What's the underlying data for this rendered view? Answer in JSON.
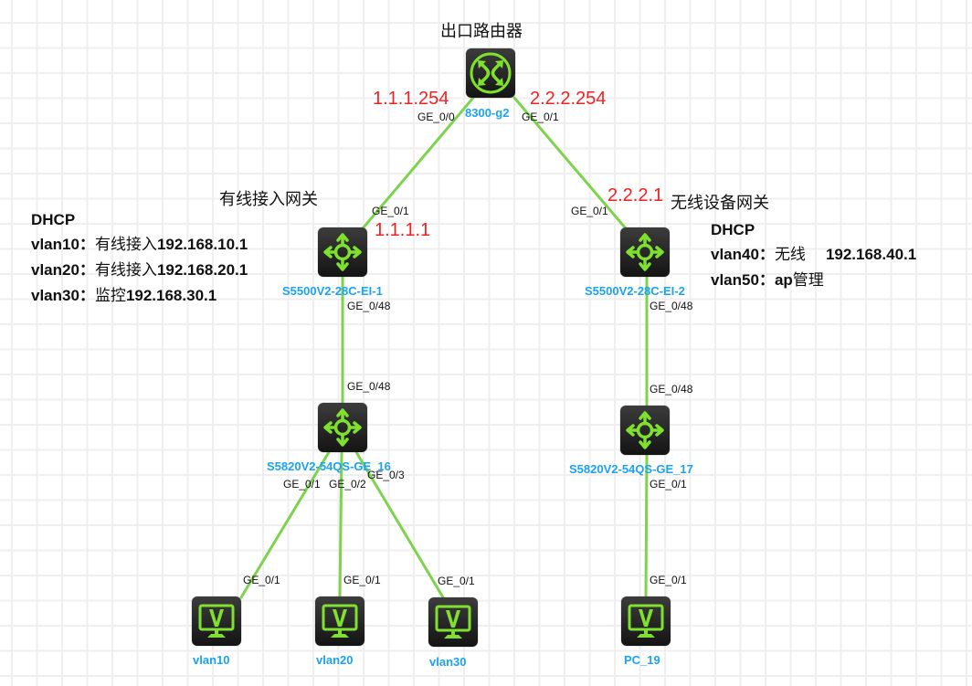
{
  "colors": {
    "link": "#7dd34c",
    "device_icon": "#7fe12e",
    "device_name": "#1aa3f0",
    "ip_label": "#ee2222",
    "grid": "#efefef"
  },
  "titles": {
    "router_title": "出口路由器",
    "wired_gateway_title": "有线接入网关",
    "wireless_gateway_title": "无线设备网关"
  },
  "devices": {
    "router": {
      "name": "8300-g2",
      "icon": "router-icon"
    },
    "sw1": {
      "name": "S5500V2-28C-EI-1",
      "icon": "l3-switch-icon"
    },
    "sw2": {
      "name": "S5500V2-28C-EI-2",
      "icon": "l3-switch-icon"
    },
    "sw3": {
      "name": "S5820V2-54QS-GE_16",
      "icon": "l3-switch-icon"
    },
    "sw4": {
      "name": "S5820V2-54QS-GE_17",
      "icon": "l3-switch-icon"
    },
    "pc10": {
      "name": "vlan10",
      "icon": "pc-icon"
    },
    "pc20": {
      "name": "vlan20",
      "icon": "pc-icon"
    },
    "pc30": {
      "name": "vlan30",
      "icon": "pc-icon"
    },
    "pc19": {
      "name": "PC_19",
      "icon": "pc-icon"
    }
  },
  "ports": {
    "router_ge00": "GE_0/0",
    "router_ge01": "GE_0/1",
    "sw1_ge01": "GE_0/1",
    "sw1_ge048": "GE_0/48",
    "sw2_ge01": "GE_0/1",
    "sw2_ge048": "GE_0/48",
    "sw3_ge048": "GE_0/48",
    "sw3_ge01": "GE_0/1",
    "sw3_ge02": "GE_0/2",
    "sw3_ge03": "GE_0/3",
    "sw4_ge048": "GE_0/48",
    "sw4_ge01": "GE_0/1",
    "pc10_ge01": "GE_0/1",
    "pc20_ge01": "GE_0/1",
    "pc30_ge01": "GE_0/1",
    "pc19_ge01": "GE_0/1"
  },
  "ips": {
    "router_left": "1.1.1.254",
    "router_right": "2.2.2.254",
    "sw1": "1.1.1.1",
    "sw2": "2.2.2.1"
  },
  "notes": {
    "left": {
      "heading": "DHCP",
      "lines": [
        {
          "vlan": "vlan10：",
          "desc": "有线接入",
          "ip": "192.168.10.1"
        },
        {
          "vlan": "vlan20：",
          "desc": "有线接入",
          "ip": "192.168.20.1"
        },
        {
          "vlan": "vlan30：",
          "desc": "监控",
          "ip": "192.168.30.1"
        }
      ]
    },
    "right": {
      "heading": "DHCP",
      "lines": [
        {
          "vlan": "vlan40：",
          "desc": "无线",
          "ip": "192.168.40.1"
        },
        {
          "vlan": "vlan50：",
          "desc_prefix": "ap",
          "desc": "管理"
        }
      ]
    }
  }
}
